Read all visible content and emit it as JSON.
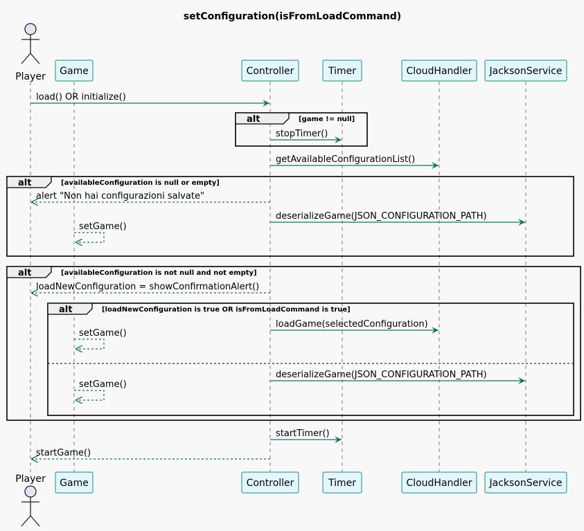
{
  "title": "setConfiguration(isFromLoadCommand)",
  "colors": {
    "background": "#f8f8f8",
    "participant_fill": "#e2f7fb",
    "participant_stroke": "#1f8a78",
    "actor_fill": "#e6e3f3",
    "arrow": "#0f7360",
    "lifeline": "#777777",
    "frame": "#000000"
  },
  "participants": [
    {
      "id": "player",
      "name": "Player",
      "kind": "actor"
    },
    {
      "id": "game",
      "name": "Game",
      "kind": "participant"
    },
    {
      "id": "controller",
      "name": "Controller",
      "kind": "participant"
    },
    {
      "id": "timer",
      "name": "Timer",
      "kind": "participant"
    },
    {
      "id": "cloud",
      "name": "CloudHandler",
      "kind": "participant"
    },
    {
      "id": "jackson",
      "name": "JacksonService",
      "kind": "participant"
    }
  ],
  "messages": [
    {
      "from": "player",
      "to": "controller",
      "label": "load() OR initialize()",
      "style": "solid"
    },
    {
      "from": "controller",
      "to": "timer",
      "label": "stopTimer()",
      "style": "solid"
    },
    {
      "from": "controller",
      "to": "cloud",
      "label": "getAvailableConfigurationList()",
      "style": "solid"
    },
    {
      "from": "controller",
      "to": "player",
      "label": "alert \"Non hai configurazioni salvate\"",
      "style": "dashed"
    },
    {
      "from": "controller",
      "to": "jackson",
      "label": "deserializeGame(JSON_CONFIGURATION_PATH)",
      "style": "solid"
    },
    {
      "from": "game",
      "to": "game",
      "label": "setGame()",
      "style": "dashed"
    },
    {
      "from": "controller",
      "to": "player",
      "label": "loadNewConfiguration = showConfirmationAlert()",
      "style": "dashed"
    },
    {
      "from": "controller",
      "to": "cloud",
      "label": "loadGame(selectedConfiguration)",
      "style": "solid"
    },
    {
      "from": "game",
      "to": "game",
      "label": "setGame()",
      "style": "dashed"
    },
    {
      "from": "controller",
      "to": "jackson",
      "label": "deserializeGame(JSON_CONFIGURATION_PATH)",
      "style": "solid"
    },
    {
      "from": "game",
      "to": "game",
      "label": "setGame()",
      "style": "dashed"
    },
    {
      "from": "controller",
      "to": "timer",
      "label": "startTimer()",
      "style": "solid"
    },
    {
      "from": "controller",
      "to": "player",
      "label": "startGame()",
      "style": "dashed"
    }
  ],
  "fragments": [
    {
      "keyword": "alt",
      "guard": "[game != null]"
    },
    {
      "keyword": "alt",
      "guard": "[availableConfiguration is null or empty]"
    },
    {
      "keyword": "alt",
      "guard": "[availableConfiguration is not null and not empty]"
    },
    {
      "keyword": "alt",
      "guard": "[loadNewConfiguration is true OR isFromLoadCommand is true]"
    }
  ]
}
